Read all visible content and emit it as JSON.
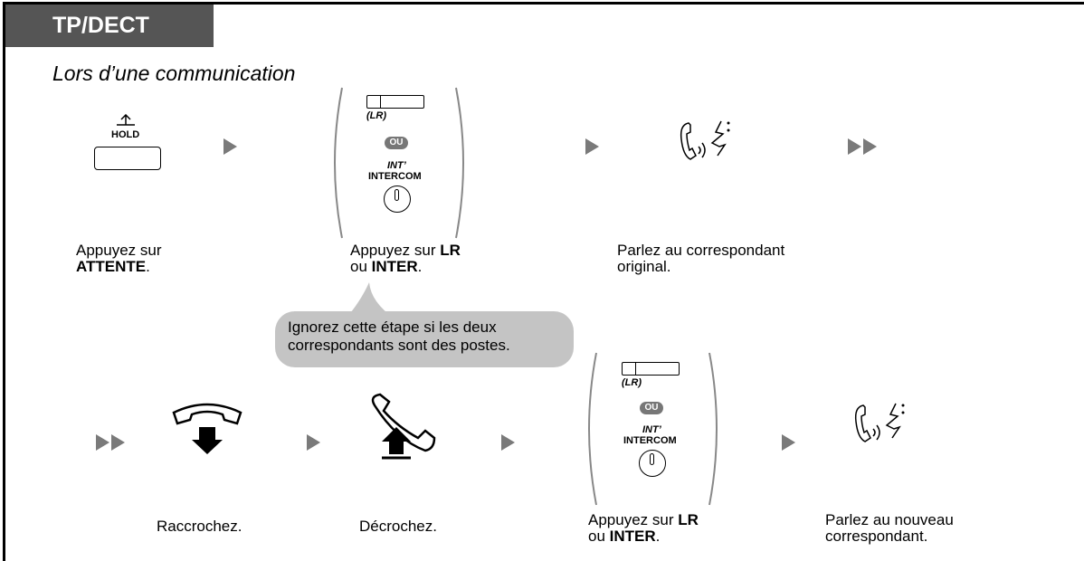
{
  "tab_label": "TP/DECT",
  "subtitle": "Lors d’une communication",
  "hold": {
    "icon_label": "HOLD"
  },
  "lr_panel": {
    "lr_label": "(LR)",
    "ou_label": "OU",
    "int_label": "INT’",
    "intercom_label": "INTERCOM"
  },
  "row1": {
    "step1": {
      "text": "Appuyez sur ",
      "bold": "ATTENTE",
      "tail": "."
    },
    "step2": {
      "text": "Appuyez sur ",
      "bold1": "LR",
      "mid": "ou ",
      "bold2": "INTER",
      "tail": "."
    },
    "step3": {
      "line1": "Parlez au correspondant",
      "line2": "original."
    }
  },
  "note": {
    "line1": "Ignorez cette étape si les deux",
    "line2": "correspondants sont des postes."
  },
  "row2": {
    "step1": "Raccrochez.",
    "step2": "Décrochez.",
    "step3": {
      "text": "Appuyez sur ",
      "bold1": "LR",
      "mid": "ou ",
      "bold2": "INTER",
      "tail": "."
    },
    "step4": {
      "line1": "Parlez au nouveau",
      "line2": "correspondant."
    }
  },
  "colors": {
    "tab_bg": "#555555",
    "arrow": "#7a7a7a",
    "bubble": "#c4c4c4"
  }
}
